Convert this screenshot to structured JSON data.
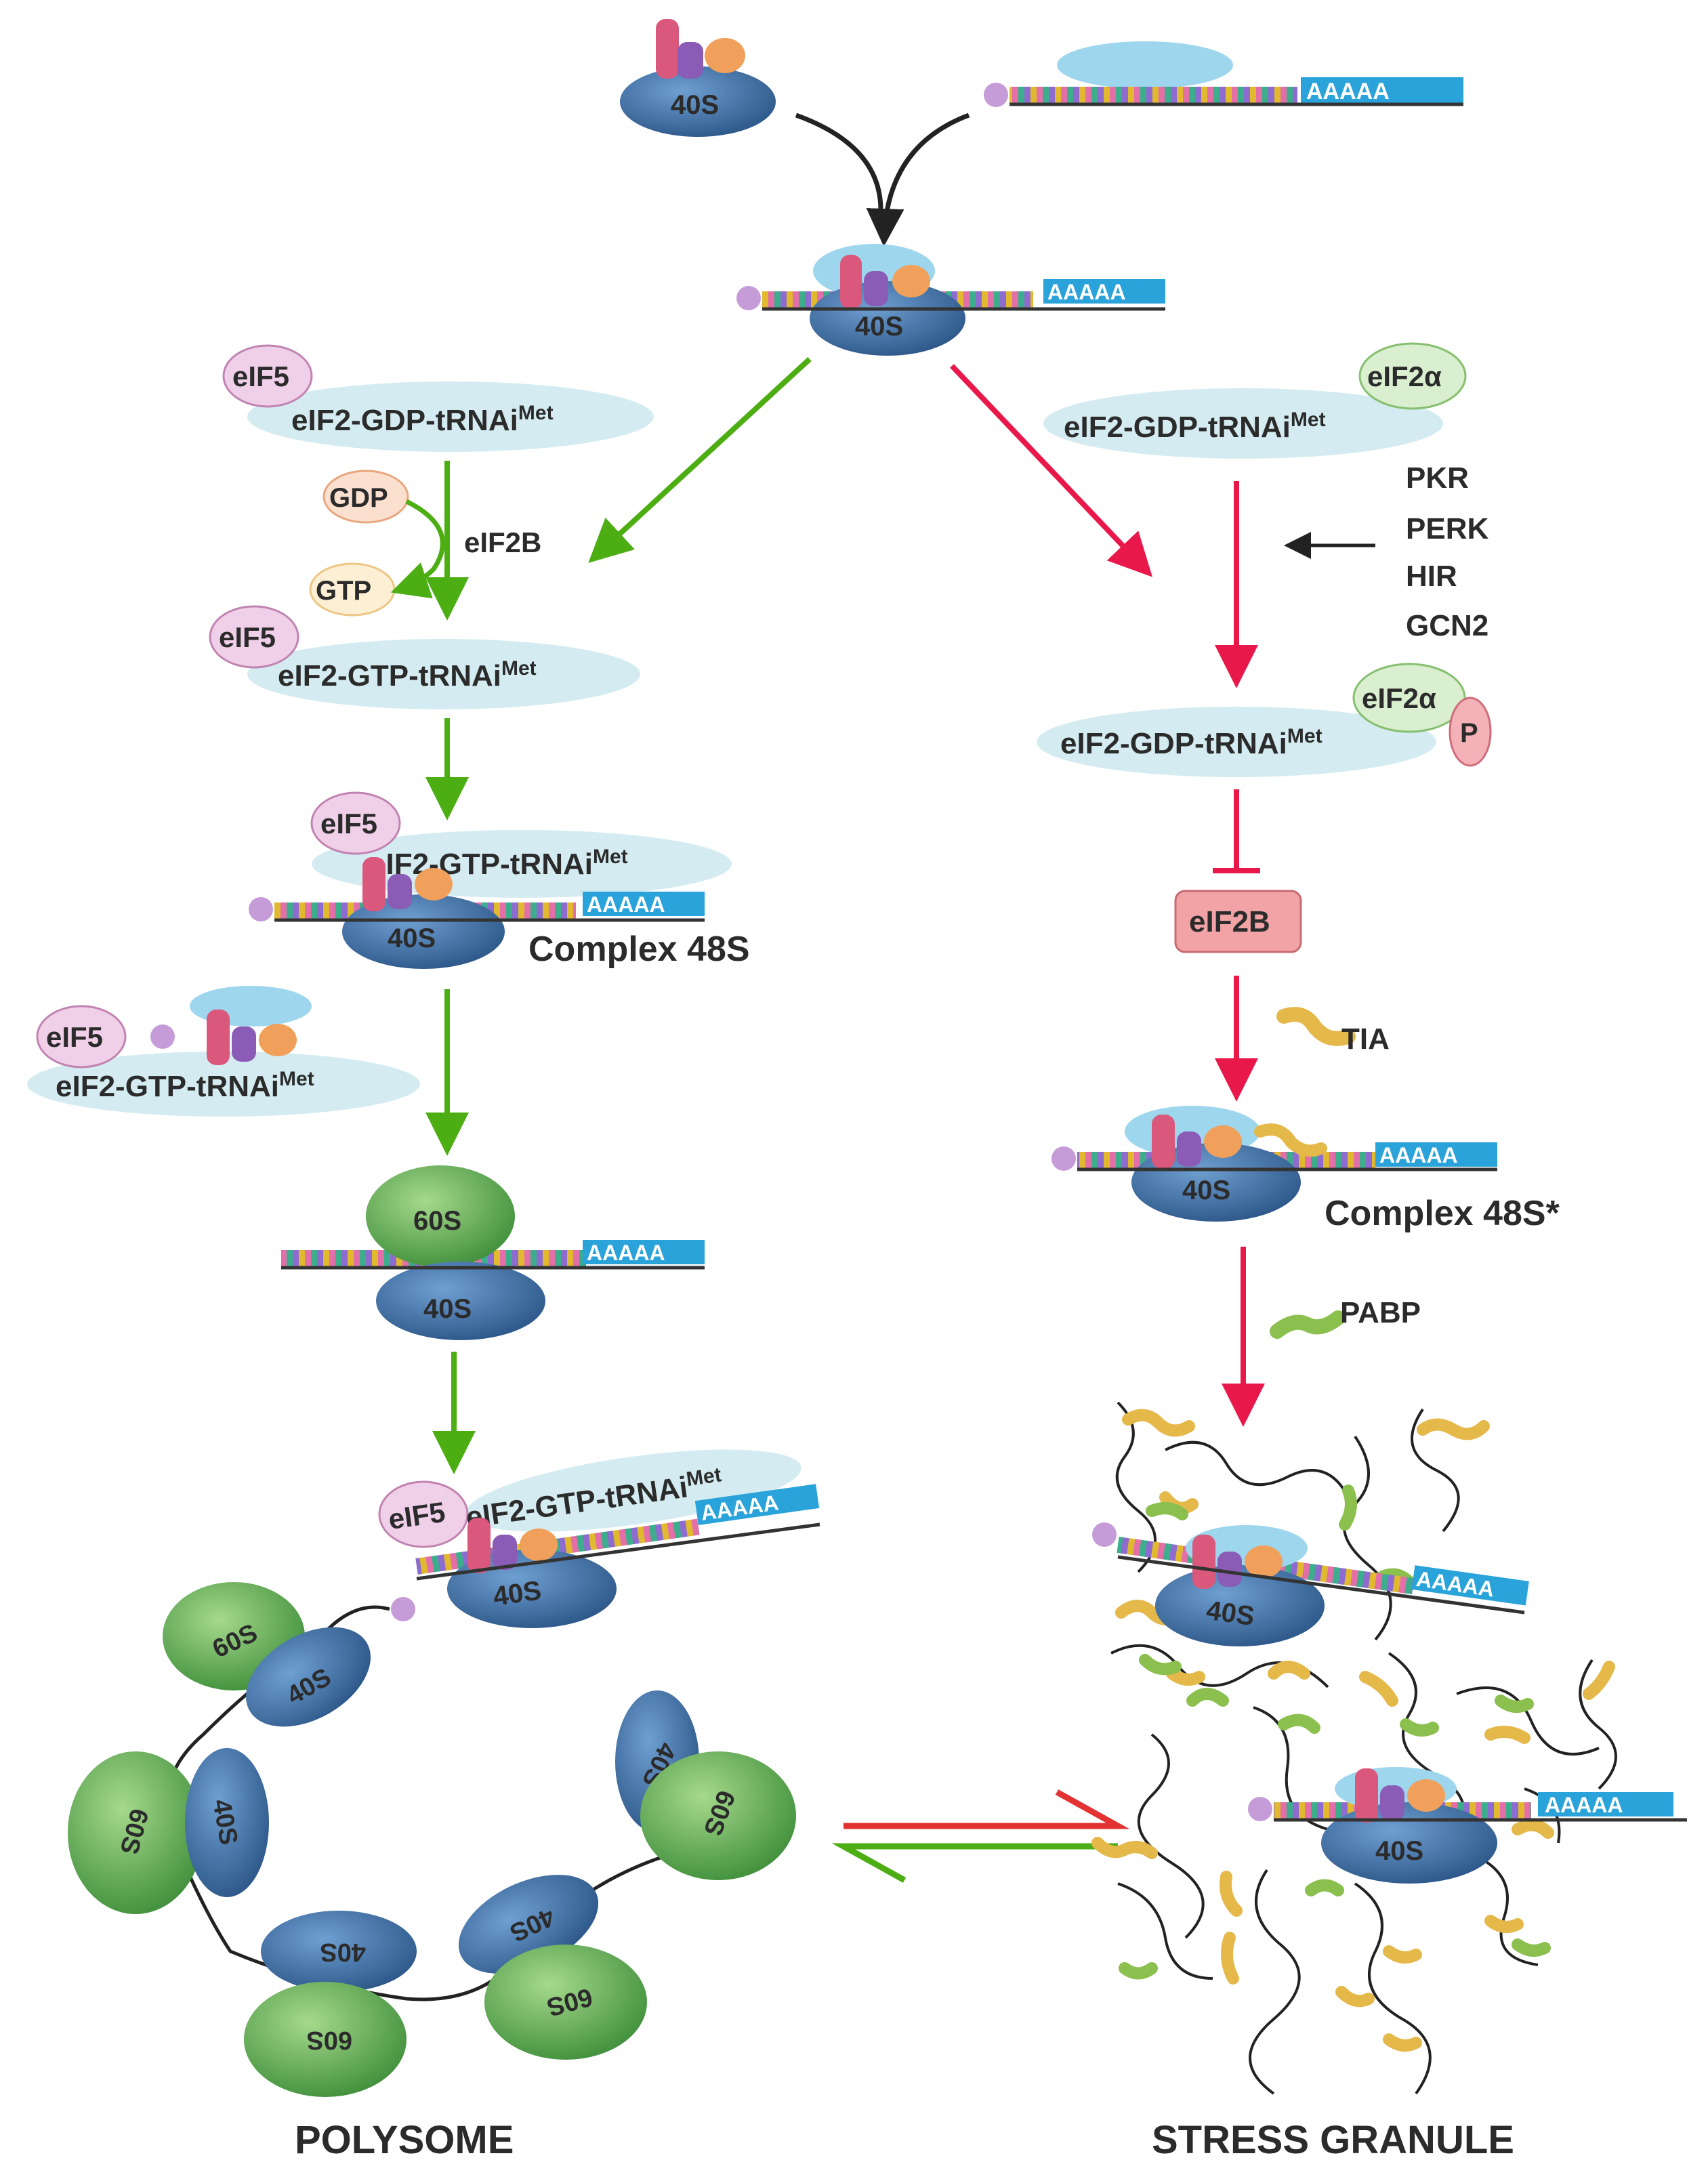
{
  "subunits": {
    "small": "40S",
    "large": "60S"
  },
  "poly_a": "AAAAA",
  "factors": {
    "eif5": "eIF5",
    "eif2_gdp": "eIF2-GDP-tRNAi",
    "eif2_gtp": "eIF2-GTP-tRNAi",
    "met": "Met",
    "gdp": "GDP",
    "gtp": "GTP",
    "eif2b": "eIF2B",
    "eif2a": "eIF2α",
    "phospho": "P"
  },
  "kinases": [
    "PKR",
    "PERK",
    "HIR",
    "GCN2"
  ],
  "binders": {
    "tia": "TIA",
    "pabp": "PABP"
  },
  "complexes": {
    "c48s": "Complex 48S",
    "c48s_star": "Complex 48S*"
  },
  "bottom": {
    "polysome": "POLYSOME",
    "stress_granule": "STRESS GRANULE"
  },
  "colors": {
    "green_arrow": "#4cae12",
    "red_arrow": "#e8194a",
    "ribosome_40s": "#3f6fa6",
    "ribosome_60s": "#6fb35a",
    "ellipse": "#d4ecf1",
    "eif5": "#f0cfe8",
    "eif2a": "#d9efcf",
    "eif2b_box": "#f1a3a6",
    "poly_a": "#29a3d9"
  }
}
